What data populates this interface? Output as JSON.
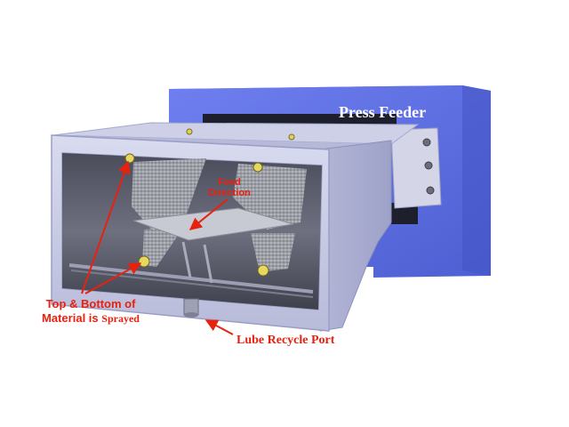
{
  "feeder_label": "Press Feeder",
  "annotations": {
    "feed_direction_line1": "Feed",
    "feed_direction_line2": "Direction",
    "spray_line1": "Top & Bottom of",
    "spray_line2_part1": "Material is",
    "spray_line2_part2": "Sprayed",
    "lube_port": "Lube Recycle Port"
  },
  "colors": {
    "feeder_blue": "#5b6fe0",
    "enclosure_grey": "#c9cbe3",
    "annotation_red": "#e8210f",
    "label_white": "#ffffff"
  }
}
